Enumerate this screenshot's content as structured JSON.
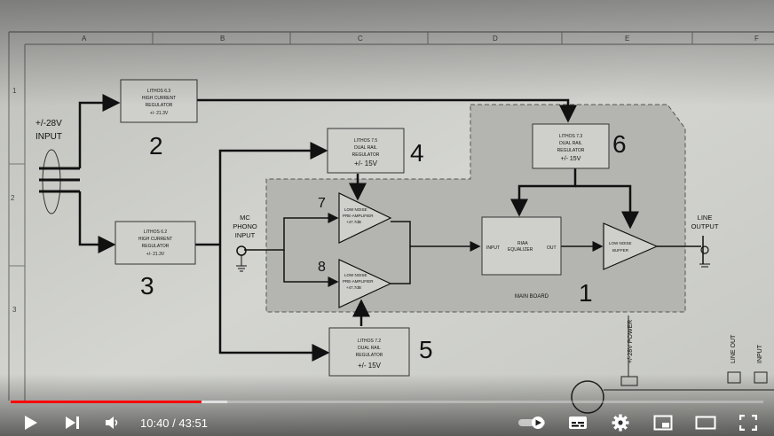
{
  "player": {
    "current_time": "10:40",
    "separator": " / ",
    "duration": "43:51",
    "progress_played": 0.253,
    "progress_buffered": 0.288,
    "accent": "#ff0000"
  },
  "controls": {
    "play": "play-icon",
    "next": "next-icon",
    "volume": "volume-icon",
    "autoplay": "autoplay-toggle",
    "subtitles": "subtitles-icon",
    "settings": "gear-icon",
    "miniplayer": "miniplayer-icon",
    "theater": "theater-icon",
    "fullscreen": "fullscreen-icon"
  },
  "schematic": {
    "columns": [
      "A",
      "B",
      "C",
      "D",
      "E",
      "F"
    ],
    "rows": [
      "1",
      "2",
      "3"
    ],
    "input_label_1": "+/-28V",
    "input_label_2": "INPUT",
    "blocks": [
      {
        "num": "2",
        "l1": "LITHOS 6.3",
        "l2": "HIGH CURRENT",
        "l3": "REGULATOR",
        "l4": "+/- 21.3V"
      },
      {
        "num": "3",
        "l1": "LITHOS 6.2",
        "l2": "HIGH CURRENT",
        "l3": "REGULATOR",
        "l4": "+/- 21.3V"
      },
      {
        "num": "4",
        "l1": "LITHOS 7.5",
        "l2": "DUAL RAIL",
        "l3": "REGULATOR",
        "l4": "+/- 15V"
      },
      {
        "num": "5",
        "l1": "LITHOS 7.2",
        "l2": "DUAL RAIL",
        "l3": "REGULATOR",
        "l4": "+/- 15V"
      },
      {
        "num": "6",
        "l1": "LITHOS 7.3",
        "l2": "DUAL RAIL",
        "l3": "REGULATOR",
        "l4": "+/- 15V"
      }
    ],
    "amp7": {
      "num": "7",
      "l1": "LOW NOISE",
      "l2": "PRE-AMPLIFIER",
      "l3": "+47.7dB"
    },
    "amp8": {
      "num": "8",
      "l1": "LOW NOISE",
      "l2": "PRE-AMPLIFIER",
      "l3": "+47.7dB"
    },
    "riaa": {
      "l1": "RIAA",
      "l2": "EQUALIZER",
      "in": "INPUT",
      "out": "OUT"
    },
    "buffer": {
      "l1": "LOW NOISE",
      "l2": "BUFFER"
    },
    "mc_1": "MC",
    "mc_2": "PHONO",
    "mc_3": "INPUT",
    "line_1": "LINE",
    "line_2": "OUTPUT",
    "main_board": "MAIN BOARD",
    "main_num": "1",
    "power_label": "+/-28V POWER",
    "line_out_label": "LINE OUT",
    "input_label": "INPUT"
  }
}
